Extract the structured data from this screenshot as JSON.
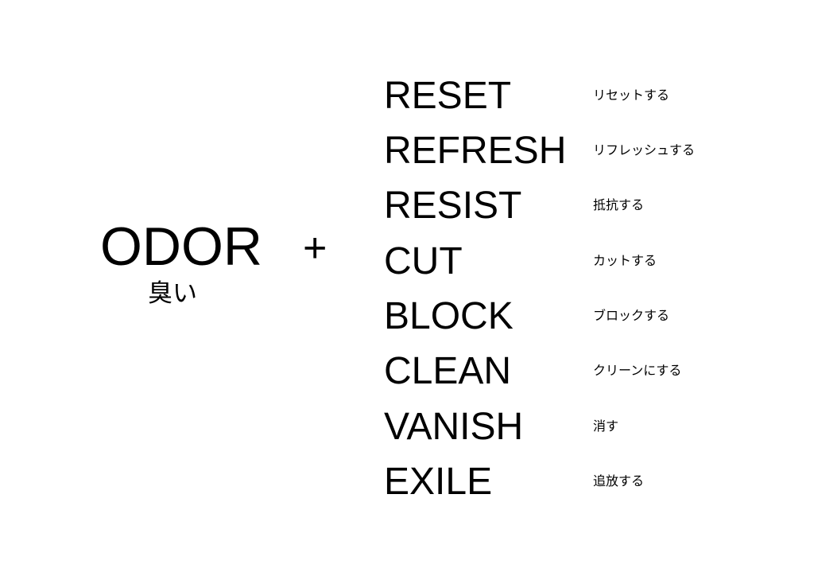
{
  "subject": {
    "word": "ODOR",
    "translation": "臭い"
  },
  "operator": "+",
  "verbs": [
    {
      "en": "RESET",
      "jp": "リセットする"
    },
    {
      "en": "REFRESH",
      "jp": "リフレッシュする"
    },
    {
      "en": "RESIST",
      "jp": "抵抗する"
    },
    {
      "en": "CUT",
      "jp": "カットする"
    },
    {
      "en": "BLOCK",
      "jp": "ブロックする"
    },
    {
      "en": "CLEAN",
      "jp": "クリーンにする"
    },
    {
      "en": "VANISH",
      "jp": "消す"
    },
    {
      "en": "EXILE",
      "jp": "追放する"
    }
  ]
}
